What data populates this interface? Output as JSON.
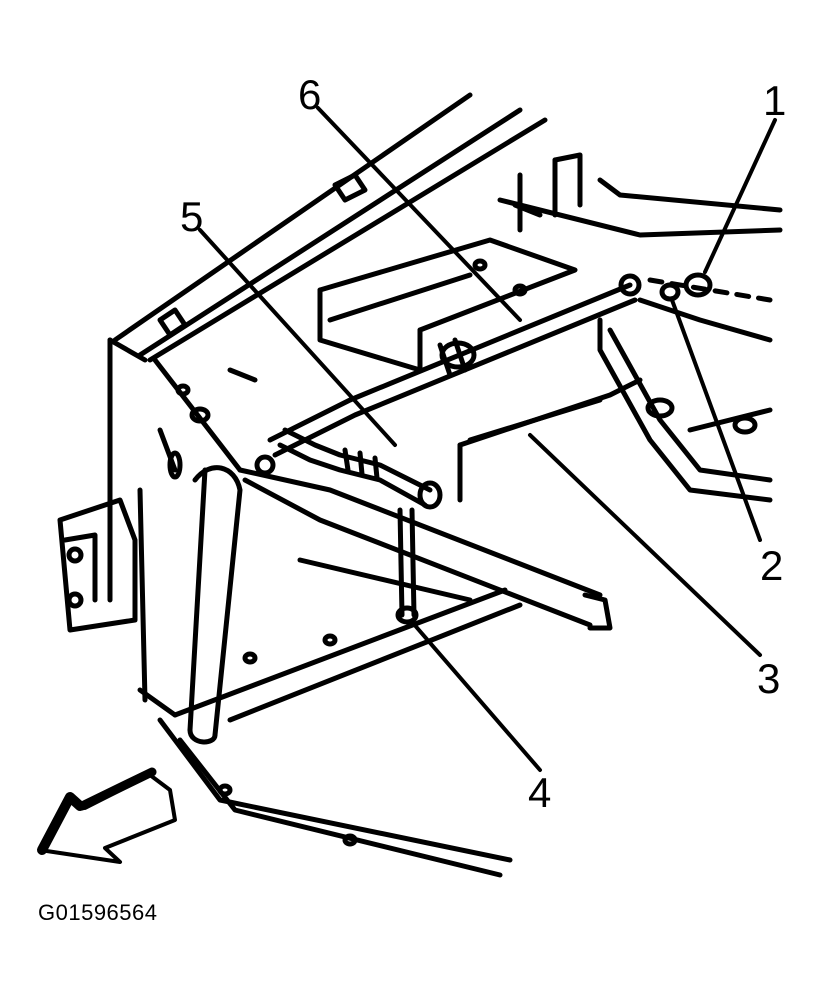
{
  "diagram": {
    "figure_id": "G01596564",
    "callouts": [
      {
        "label": "1"
      },
      {
        "label": "2"
      },
      {
        "label": "3"
      },
      {
        "label": "4"
      },
      {
        "label": "5"
      },
      {
        "label": "6"
      }
    ]
  }
}
